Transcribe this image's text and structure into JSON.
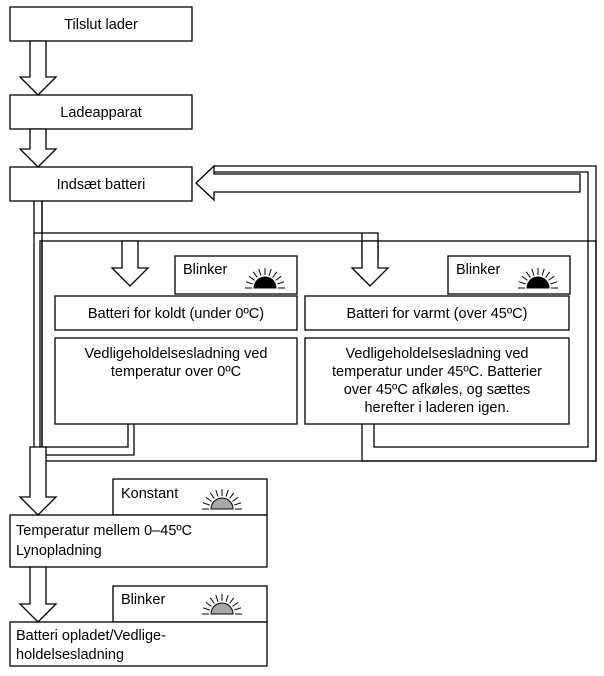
{
  "steps": {
    "connect": "Tilslut lader",
    "charger": "Ladeapparat",
    "insert": "Indsæt batteri",
    "cold": "Batteri  for koldt (under 0ºC)",
    "warm": "Batteri for varmt (over 45ºC)",
    "cold_desc": [
      "Vedligeholdelsesladning ved",
      "temperatur over 0ºC"
    ],
    "warm_desc": [
      "Vedligeholdelsesladning ved",
      "temperatur under 45ºC. Batterier",
      "over 45ºC afkøles, og sættes",
      "herefter i laderen igen."
    ],
    "fast": [
      "Temperatur mellem 0–45ºC",
      "Lynopladning"
    ],
    "done": [
      "Batteri opladet/Vedlige-",
      "holdelsesladning"
    ]
  },
  "indicators": {
    "cold": "Blinker",
    "warm": "Blinker",
    "fast": "Konstant",
    "done": "Blinker"
  },
  "colors": {
    "lamp_dark": "#000000",
    "lamp_gray": "#a8a8a8"
  }
}
